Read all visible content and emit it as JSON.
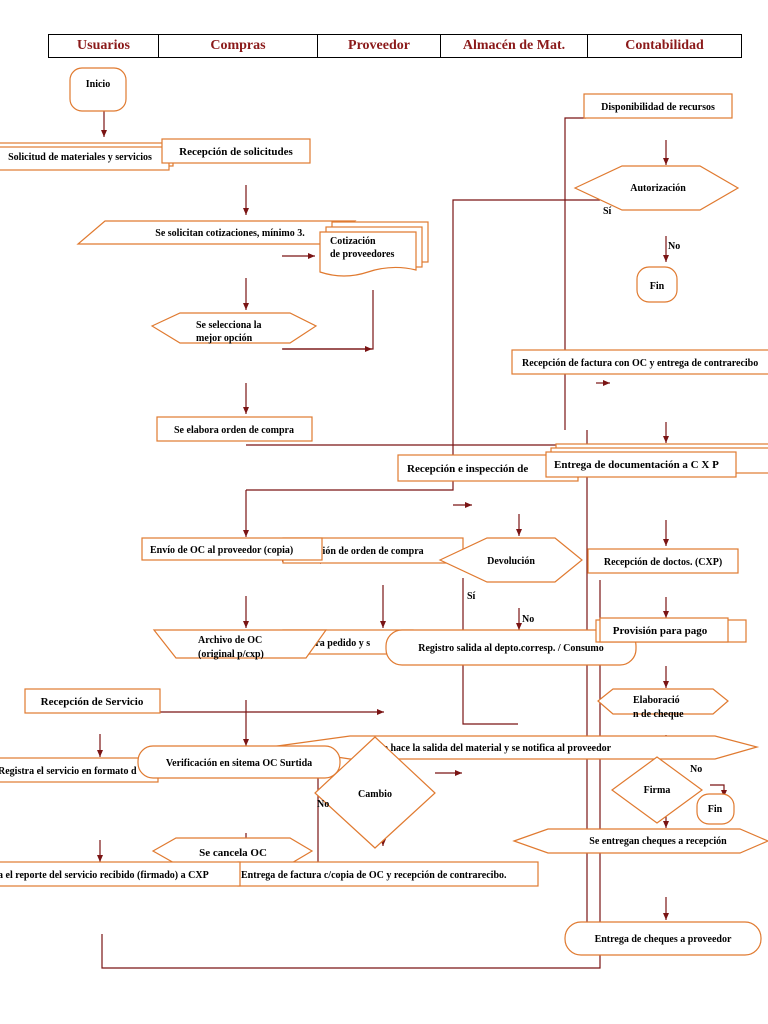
{
  "colors": {
    "header_text": "#8b1a1a",
    "shape_border": "#e07a30",
    "flow_line": "#7a1414"
  },
  "header": {
    "usuarios": "Usuarios",
    "compras": "Compras",
    "proveedor": "Proveedor",
    "almacen": "Almacén de Mat.",
    "contabilidad": "Contabilidad"
  },
  "nodes": {
    "inicio": "Inicio",
    "solicitud_materiales": "Solicitud de materiales y servicios",
    "recepcion_solicitudes": "Recepción de solicitudes",
    "cotizaciones": "Se solicitan cotizaciones, mínimo  3.",
    "cotizacion_prov_1": "Cotización",
    "cotizacion_prov_2": "de proveedores",
    "mejor_opcion_1": "Se selecciona  la",
    "mejor_opcion_2": "mejor opción",
    "orden_compra": "Se elabora orden de compra",
    "disponibilidad": "Disponibilidad de recursos",
    "autorizacion": "Autorización",
    "si_autorizacion": "Sí",
    "no_autorizacion": "No",
    "fin_1": "Fin",
    "recepcion_factura": "Recepción de factura con OC y entrega de contrarecibo",
    "recepcion_inspeccion": "Recepción e inspección de",
    "entrega_documentacion": "Entrega de documentación  a C X P",
    "envio_oc": "Envío de OC  al proveedor (copia)",
    "recepcion_oc": "Recepción de orden de compra",
    "devolucion": "Devolución",
    "si_devolucion": "Sí",
    "no_devolucion": "No",
    "recepcion_doctos": "Recepción de doctos. (CXP)",
    "archivo_oc_1": "Archivo de OC",
    "archivo_oc_2": "(original p/cxp)",
    "prepara_pedido": "Prepara pedido y s",
    "registro_salida": "Registro salida al depto.corresp. / Consumo",
    "provision_pago": "Provisión para pago",
    "recepcion_servicio": "Recepción de Servicio",
    "elaboracion_cheque_1": "Elaboració",
    "elaboracion_cheque_2": "n de cheque",
    "registra_servicio": "Registra el servicio en formato d",
    "verificacion_sistema": "Verificación en sitema OC Surtida",
    "salida_material": "Se hace la salida del material  y se  notifica al proveedor",
    "cambio": "Cambio",
    "no_cambio": "No",
    "firma": "Firma",
    "no_firma": "No",
    "fin_2": "Fin",
    "se_cancela_oc": "Se cancela OC",
    "entregan_cheques_recepcion": "Se entregan cheques a recepción",
    "reporte_servicio": "a el reporte del servicio recibido (firmado) a CXP",
    "entrega_factura": "Entrega de factura c/copia de OC y recepción de contrarecibo.",
    "entrega_cheques_proveedor": "Entrega de cheques a proveedor"
  }
}
